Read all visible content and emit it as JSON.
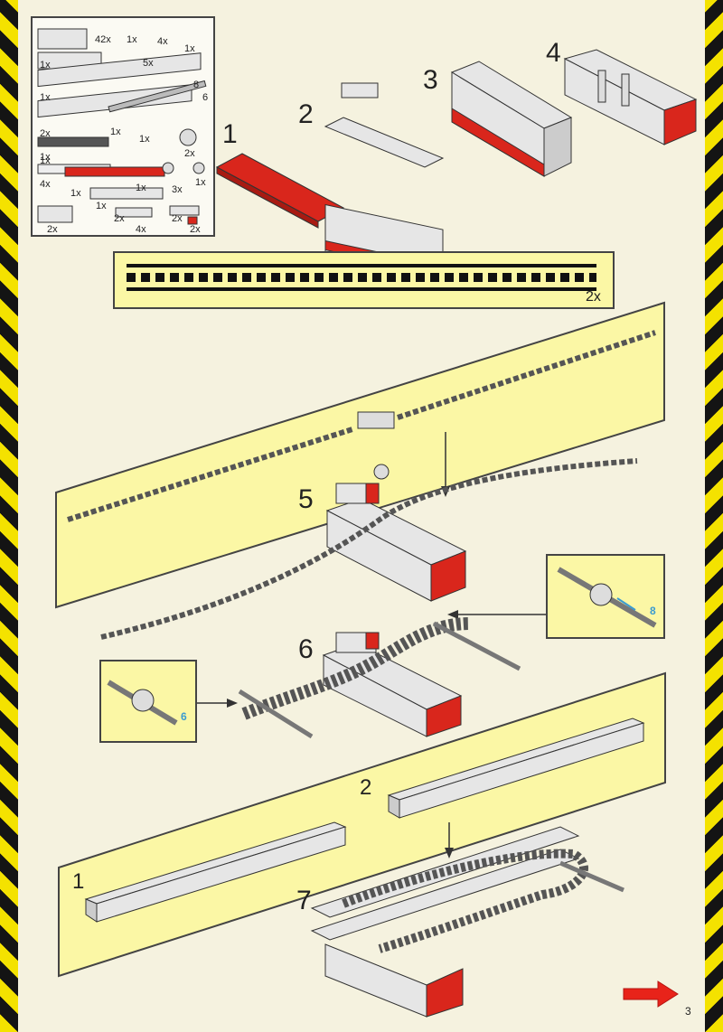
{
  "steps": [
    "1",
    "2",
    "3",
    "4",
    "5",
    "6",
    "7"
  ],
  "parts_list": {
    "quantities": [
      "42x",
      "1x",
      "4x",
      "1x",
      "1x",
      "5x",
      "1x",
      "8",
      "1x",
      "6",
      "1x",
      "1x",
      "2x",
      "1x",
      "2x",
      "1x",
      "4x",
      "1x",
      "3x",
      "1x",
      "1x",
      "2x",
      "2x",
      "4x",
      "2x",
      "2x"
    ]
  },
  "chain": {
    "quantity": "2x"
  },
  "callouts": {
    "axle_8": "8",
    "axle_6": "6"
  },
  "sub_labels": {
    "a": "2",
    "b": "1"
  },
  "colors": {
    "red": "#d9261c",
    "yellow_panel": "#fbf7a5",
    "hazard_yellow": "#f4e200",
    "hazard_black": "#141414",
    "arrow_red": "#e8231a"
  },
  "icons": [
    "next-page-arrow-icon",
    "down-arrow-icon",
    "left-arrow-icon"
  ],
  "page_number": "3"
}
